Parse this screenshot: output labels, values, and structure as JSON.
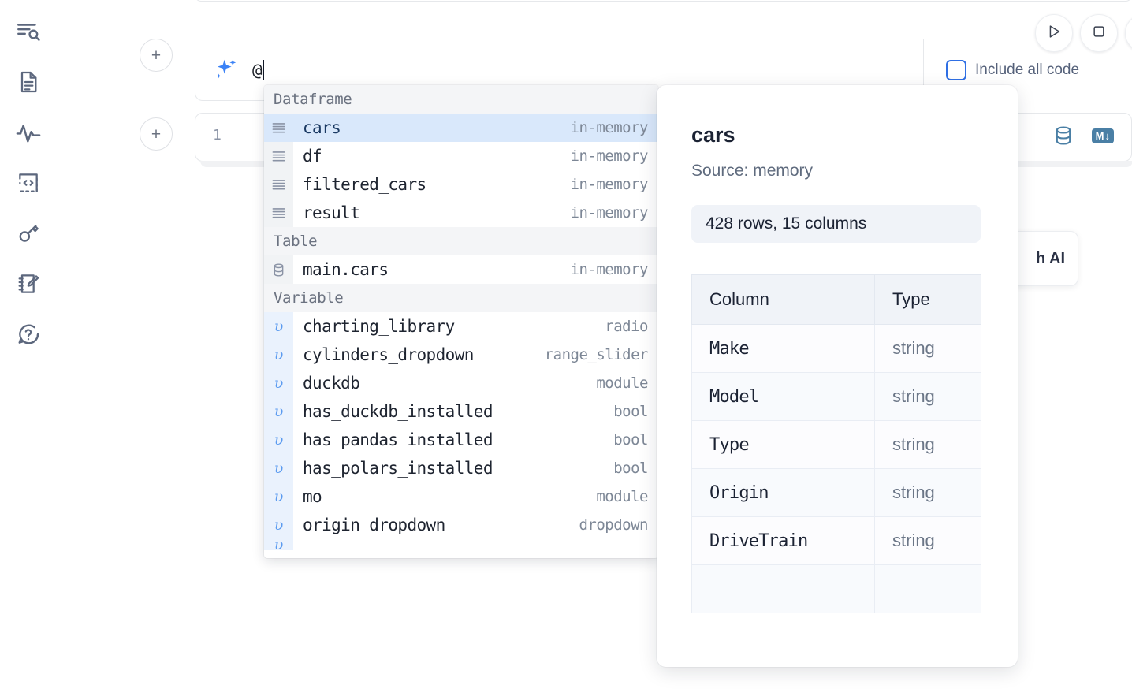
{
  "sidebar": {
    "items": [
      {
        "name": "explore-search-icon",
        "label": "Explore"
      },
      {
        "name": "document-icon",
        "label": "Notebook"
      },
      {
        "name": "activity-pulse-icon",
        "label": "Activity"
      },
      {
        "name": "code-snippet-icon",
        "label": "Snippets"
      },
      {
        "name": "key-icon",
        "label": "Secrets"
      },
      {
        "name": "notebook-edit-icon",
        "label": "Scratchpad"
      },
      {
        "name": "help-chat-icon",
        "label": "Help"
      }
    ]
  },
  "toolbar": {
    "run_label": "Run",
    "stop_label": "Stop",
    "add_cell_label": "+"
  },
  "prompt": {
    "value": "@",
    "placeholder": "",
    "include_all_code_label": "Include all code",
    "include_all_code_checked": false,
    "accent_color": "#2f6fe4"
  },
  "cell": {
    "line_number": "1",
    "database_icon_label": "Database",
    "markdown_icon_label": "M"
  },
  "ai_card": {
    "label": "h AI"
  },
  "autocomplete": {
    "groups": [
      {
        "title": "Dataframe",
        "icon": "dataframe-icon",
        "items": [
          {
            "label": "cars",
            "meta": "in-memory",
            "selected": true
          },
          {
            "label": "df",
            "meta": "in-memory",
            "selected": false
          },
          {
            "label": "filtered_cars",
            "meta": "in-memory",
            "selected": false
          },
          {
            "label": "result",
            "meta": "in-memory",
            "selected": false
          }
        ]
      },
      {
        "title": "Table",
        "icon": "database-icon",
        "items": [
          {
            "label": "main.cars",
            "meta": "in-memory",
            "selected": false
          }
        ]
      },
      {
        "title": "Variable",
        "icon": "variable-icon",
        "items": [
          {
            "label": "charting_library",
            "meta": "radio",
            "selected": false
          },
          {
            "label": "cylinders_dropdown",
            "meta": "range_slider",
            "selected": false
          },
          {
            "label": "duckdb",
            "meta": "module",
            "selected": false
          },
          {
            "label": "has_duckdb_installed",
            "meta": "bool",
            "selected": false
          },
          {
            "label": "has_pandas_installed",
            "meta": "bool",
            "selected": false
          },
          {
            "label": "has_polars_installed",
            "meta": "bool",
            "selected": false
          },
          {
            "label": "mo",
            "meta": "module",
            "selected": false
          },
          {
            "label": "origin_dropdown",
            "meta": "dropdown",
            "selected": false
          }
        ]
      }
    ]
  },
  "detail": {
    "title": "cars",
    "source": "Source: memory",
    "shape": "428 rows, 15 columns",
    "columns_header": "Column",
    "type_header": "Type",
    "rows": [
      {
        "column": "Make",
        "type": "string"
      },
      {
        "column": "Model",
        "type": "string"
      },
      {
        "column": "Type",
        "type": "string"
      },
      {
        "column": "Origin",
        "type": "string"
      },
      {
        "column": "DriveTrain",
        "type": "string"
      }
    ]
  }
}
